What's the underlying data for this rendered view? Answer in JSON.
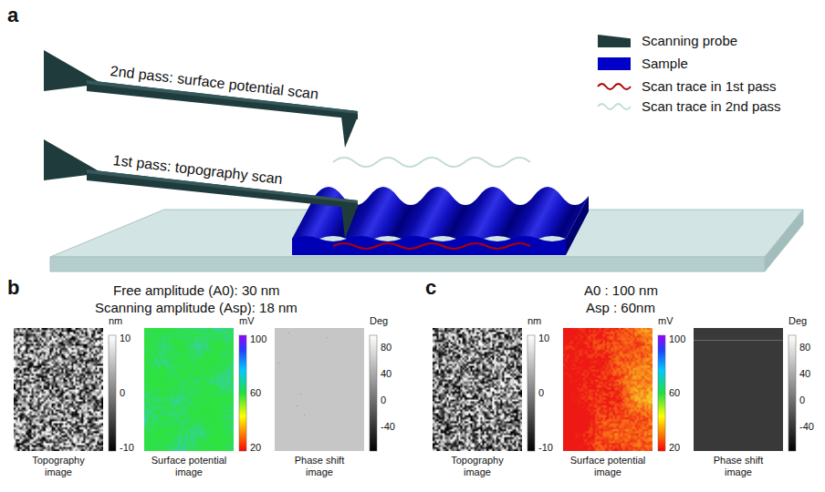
{
  "diagram": {
    "nodes": [
      {
        "text": [
          "Topography image"
        ]
      },
      {
        "text": [
          "Surface potential image"
        ]
      },
      {
        "text": [
          "Phase shift image"
        ]
      },
      {
        "text": [
          "Topography image"
        ]
      },
      {
        "text": [
          "Surface potential image"
        ]
      },
      {
        "text": [
          "Phase shift image"
        ]
      }
    ],
    "labels": [
      "a",
      "2nd pass: surface potential scan",
      "1st pass: topography scan",
      "b",
      "Free amplitude (A0): 30 nm",
      "Scanning amplitude (Asp): 18 nm",
      "nm",
      "10",
      "0",
      "-10",
      "mV",
      "100",
      "60",
      "20",
      "Deg",
      "80",
      "40",
      "0",
      "-40",
      "c",
      "A0 : 100 nm",
      "Asp : 60nm",
      "nm",
      "10",
      "0",
      "-10",
      "mV",
      "100",
      "60",
      "20",
      "Deg",
      "80",
      "40",
      "0",
      "-40"
    ],
    "legend": [
      {
        "text": "Scanning probe",
        "color": "#1f3b3c"
      },
      {
        "text": "Sample",
        "color": "#0000c8"
      },
      {
        "text": "Scan trace in 1st pass"
      },
      {
        "text": "Scan trace in 2nd pass"
      }
    ]
  }
}
